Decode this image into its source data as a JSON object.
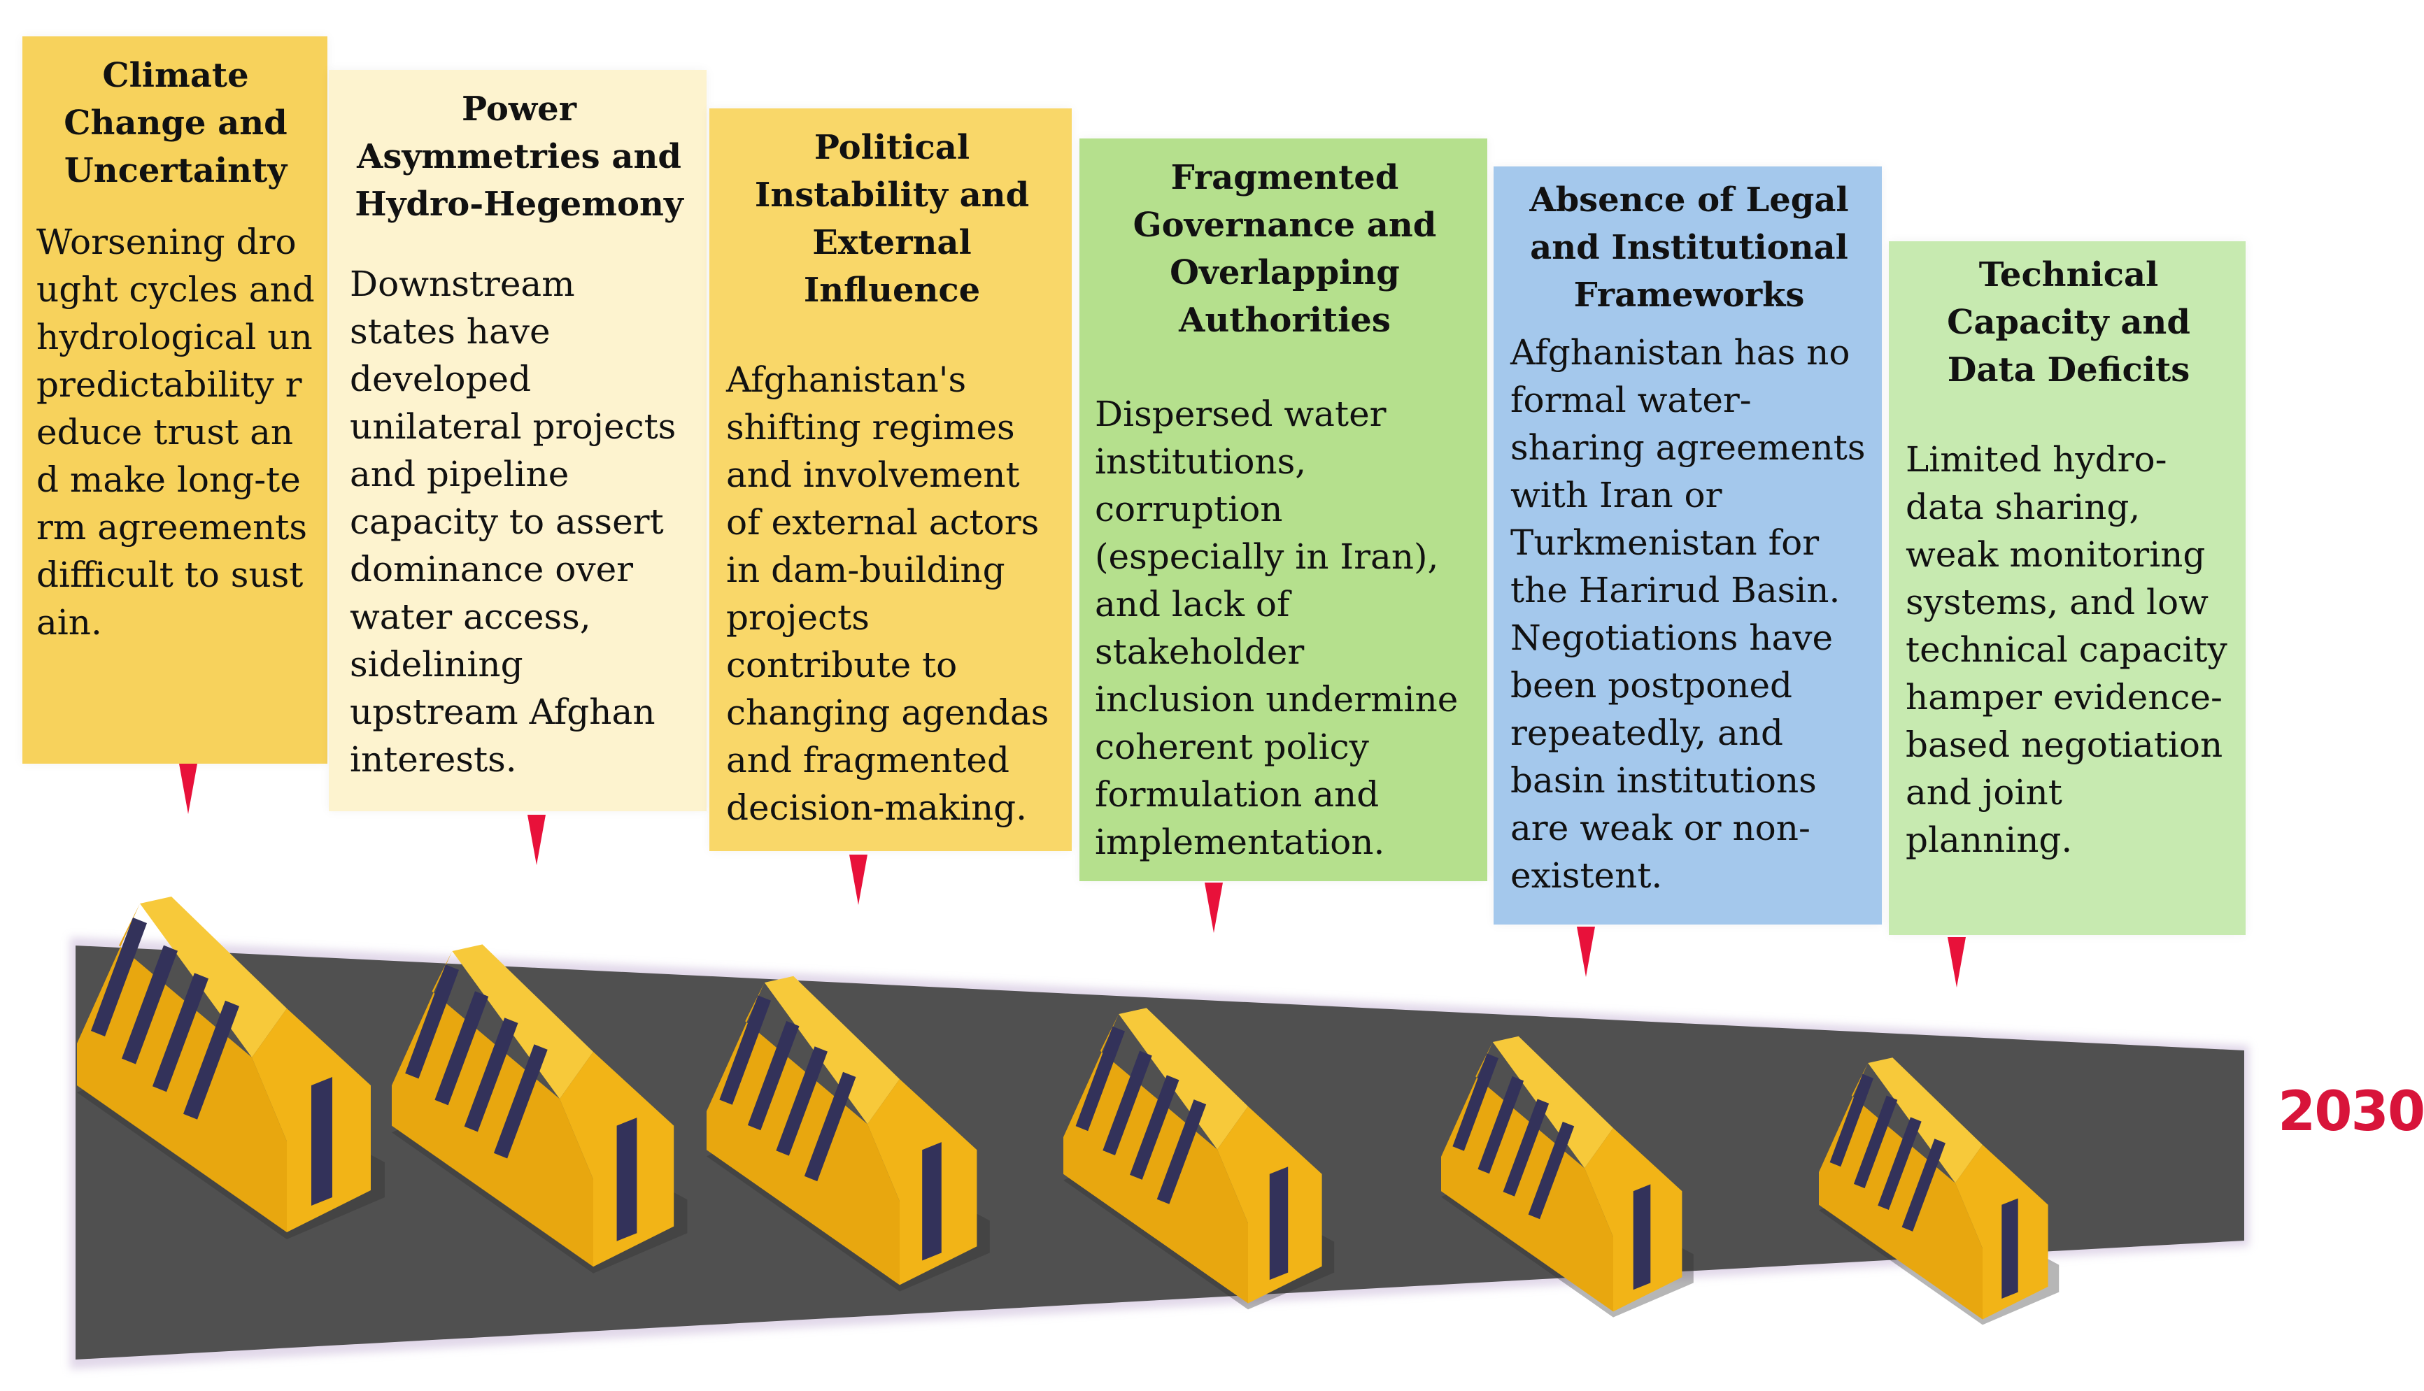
{
  "year_label": "2030",
  "colors": {
    "road": "#505050",
    "barrier": "#f2b417",
    "stripe": "#33325a",
    "pin": "#e8113a"
  },
  "challenges": [
    {
      "title": "Climate Change and Uncertainty",
      "body": "Worsening drought cycles and hydrological unpredictability reduce trust and make long-term agreements difficult to sustain.",
      "color": "#f7d25c"
    },
    {
      "title": "Power Asymmetries and Hydro-Hegemony",
      "body": "Downstream states have developed unilateral projects and pipeline capacity to assert dominance over water access, sidelining upstream Afghan interests.",
      "color": "#fdf3cf"
    },
    {
      "title": "Political Instability and External Influence",
      "body": "Afghanistan's shifting regimes and involvement of external actors in dam-building projects contribute to changing agendas and fragmented decision-making.",
      "color": "#f9d769"
    },
    {
      "title": "Fragmented Governance and Overlapping Authorities",
      "body": "Dispersed water institutions, corruption (especially in Iran), and lack of stakeholder inclusion undermine coherent policy formulation and implementation.",
      "color": "#b5e08d"
    },
    {
      "title": "Absence of Legal and Institutional Frameworks",
      "body": "Afghanistan has no formal water-sharing agreements with Iran or Turkmenistan for the Harirud Basin. Negotiations have been postponed repeatedly, and basin institutions are weak or non-existent.",
      "color": "#a4c8ec"
    },
    {
      "title": "Technical Capacity and Data Deficits",
      "body": "Limited hydro-data sharing, weak monitoring systems, and low technical capacity hamper evidence-based negotiation and joint planning.",
      "color": "#c7eab0"
    }
  ]
}
